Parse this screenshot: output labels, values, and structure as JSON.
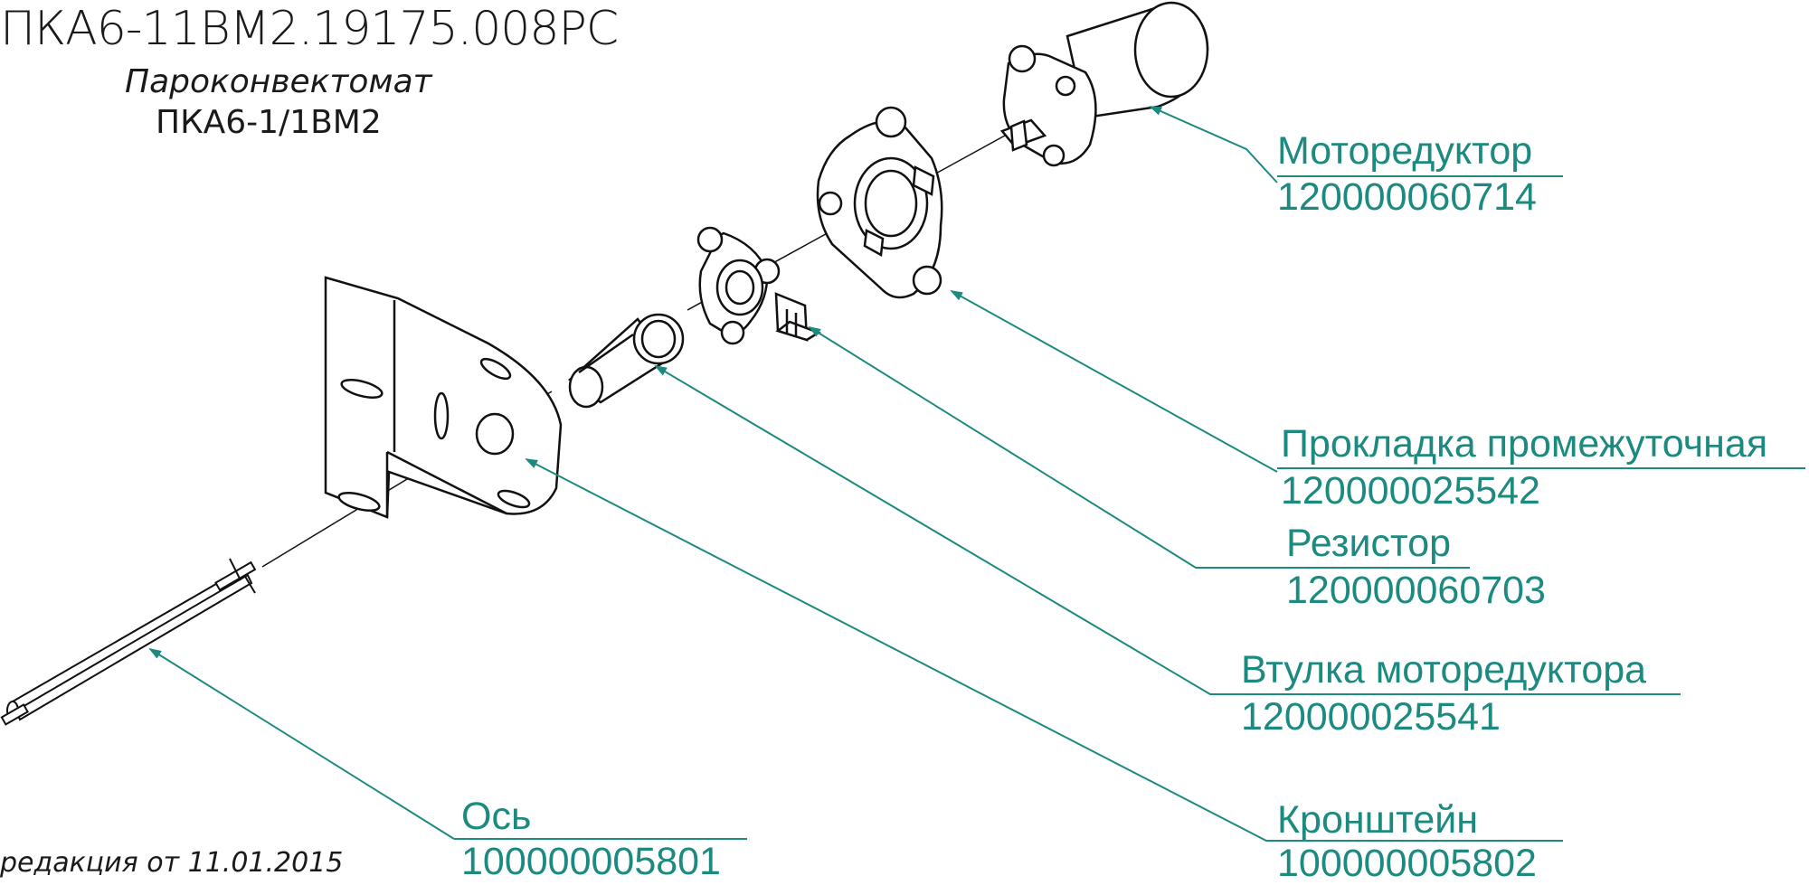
{
  "header": {
    "doc_code": "ПКА6-11ВМ2.19175.008РС",
    "subtitle_line1": "Пароконвектомат",
    "subtitle_line2": "ПКА6-1/1ВМ2",
    "edition": "редакция от 11.01.2015"
  },
  "colors": {
    "callout": "#1d8a80",
    "drawing": "#111111"
  },
  "parts": [
    {
      "id": "motor",
      "name": "Моторедуктор",
      "code": "120000060714"
    },
    {
      "id": "gasket",
      "name": "Прокладка промежуточная",
      "code": "120000025542"
    },
    {
      "id": "resistor",
      "name": "Резистор",
      "code": "120000060703"
    },
    {
      "id": "bushing",
      "name": "Втулка моторедуктора",
      "code": "120000025541"
    },
    {
      "id": "axis",
      "name": "Ось",
      "code": "100000005801"
    },
    {
      "id": "bracket",
      "name": "Кронштейн",
      "code": "100000005802"
    }
  ]
}
